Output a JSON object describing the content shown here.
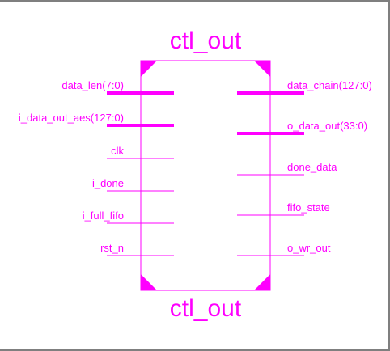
{
  "diagram": {
    "color": "#ff00ff",
    "frame_color": "#7f7f7f",
    "title_top": "ctl_out",
    "title_bottom": "ctl_out",
    "inputs": [
      {
        "label": "data_len(7:0)",
        "bus": true
      },
      {
        "label": "i_data_out_aes(127:0)",
        "bus": true
      },
      {
        "label": "clk",
        "bus": false
      },
      {
        "label": "i_done",
        "bus": false
      },
      {
        "label": "i_full_fifo",
        "bus": false
      },
      {
        "label": "rst_n",
        "bus": false
      }
    ],
    "outputs": [
      {
        "label": "data_chain(127:0)",
        "bus": true
      },
      {
        "label": "o_data_out(33:0)",
        "bus": true
      },
      {
        "label": "done_data",
        "bus": false
      },
      {
        "label": "fifo_state",
        "bus": false
      },
      {
        "label": "o_wr_out",
        "bus": false
      }
    ]
  }
}
